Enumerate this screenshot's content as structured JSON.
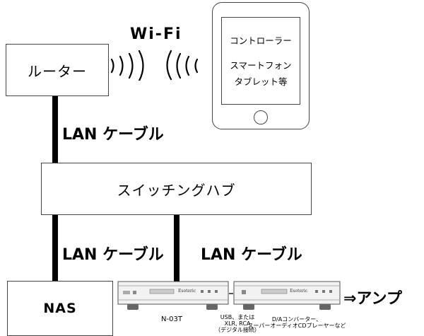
{
  "nodes": {
    "router": "ルーター",
    "switch_hub": "スイッチングハブ",
    "nas": "NAS",
    "tablet_line1": "コントローラー",
    "tablet_line2": "スマートフォン",
    "tablet_line3": "タブレット等"
  },
  "labels": {
    "wifi": "Wi-Fi",
    "lan_top": "LAN ケーブル",
    "lan_bottom_left": "LAN ケーブル",
    "lan_bottom_right": "LAN ケーブル",
    "amp": "⇒アンプ"
  },
  "devices": {
    "player_model": "N-03T",
    "player_brand": "Esoteric",
    "player_outputs_line1": "USB、または",
    "player_outputs_line2": "XLR, RCA",
    "player_outputs_line3": "（デジタル接続）",
    "dac_caption_line1": "D/Aコンバーター、",
    "dac_caption_line2": "スーパーオーディオCDプレーヤーなど"
  }
}
